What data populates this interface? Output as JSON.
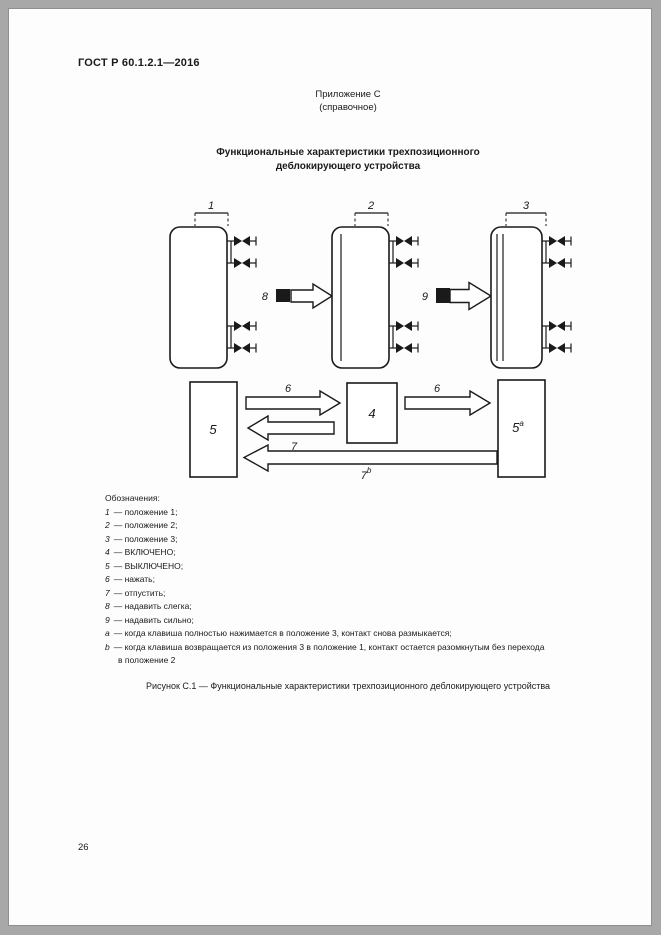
{
  "header": {
    "standard": "ГОСТ Р 60.1.2.1—2016"
  },
  "annex": {
    "name": "Приложение С",
    "kind": "(справочное)"
  },
  "title": {
    "line1": "Функциональные характеристики трехпозиционного",
    "line2": "деблокирующего устройства"
  },
  "figure": {
    "positions": [
      "1",
      "2",
      "3"
    ],
    "labels": {
      "press_light": "8",
      "press_hard": "9",
      "press_left": "6",
      "release_left": "7",
      "press_right": "6",
      "release_long": "7",
      "release_long_sup": "b",
      "box_off_left": "5",
      "box_on": "4",
      "box_off_right": "5",
      "box_off_right_sup": "a"
    }
  },
  "legend": {
    "heading": "Обозначения:",
    "items": [
      {
        "sym": "1",
        "text": "— положение 1;"
      },
      {
        "sym": "2",
        "text": "— положение 2;"
      },
      {
        "sym": "3",
        "text": "— положение 3;"
      },
      {
        "sym": "4",
        "text": "— ВКЛЮЧЕНО;"
      },
      {
        "sym": "5",
        "text": "— ВЫКЛЮЧЕНО;"
      },
      {
        "sym": "6",
        "text": "— нажать;"
      },
      {
        "sym": "7",
        "text": "— отпустить;"
      },
      {
        "sym": "8",
        "text": "— надавить слегка;"
      },
      {
        "sym": "9",
        "text": "— надавить сильно;"
      },
      {
        "sym": "a",
        "text": "— когда клавиша полностью нажимается в положение 3, контакт снова размыкается;"
      },
      {
        "sym": "b",
        "text": "— когда клавиша возвращается из положения 3 в положение 1, контакт остается разомкнутым без перехода",
        "text2": "в положение 2"
      }
    ]
  },
  "caption": "Рисунок С.1 — Функциональные характеристики трехпозиционного деблокирующего устройства",
  "page_number": "26"
}
